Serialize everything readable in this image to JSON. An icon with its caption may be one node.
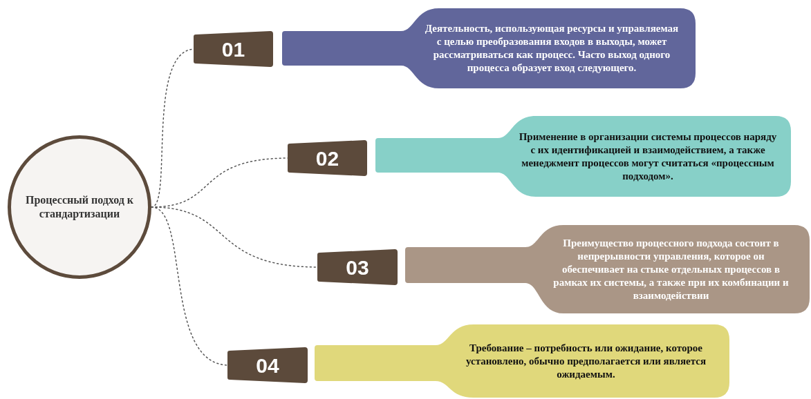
{
  "diagram": {
    "nodes": [
      {
        "text": [
          "Процессный подход к стандартизации"
        ]
      },
      {
        "text": [
          "01"
        ]
      },
      {
        "text": [
          "02"
        ]
      },
      {
        "text": [
          "03"
        ]
      },
      {
        "text": [
          "04"
        ]
      },
      {
        "text": [
          "Деятельность, использующая ресурсы и управляемая с целью преобразования входов в выходы, может рассматриваться как процесс. Часто выход одного процесса образует вход следующего."
        ]
      },
      {
        "text": [
          "Применение в организации системы процессов наряду с их идентификацией и взаимодействием, а также менеджмент процессов могут считаться «процессным подходом»."
        ]
      },
      {
        "text": [
          "Преимущество процессного подхода состоит в непрерывности управления, которое он обеспечивает на стыке отдельных процессов в рамках их системы, а также при их комбинации и взаимодействии"
        ]
      },
      {
        "text": [
          "Требование – потребность или ожидание, которое установлено, обычно предполагается или является ожидаемым."
        ]
      }
    ],
    "edges": [
      {
        "from": 0,
        "to": 1,
        "arrow": "none",
        "style": "dashed"
      },
      {
        "from": 0,
        "to": 2,
        "arrow": "none",
        "style": "dashed"
      },
      {
        "from": 0,
        "to": 3,
        "arrow": "none",
        "style": "dashed"
      },
      {
        "from": 0,
        "to": 4,
        "arrow": "none",
        "style": "dashed"
      }
    ]
  }
}
